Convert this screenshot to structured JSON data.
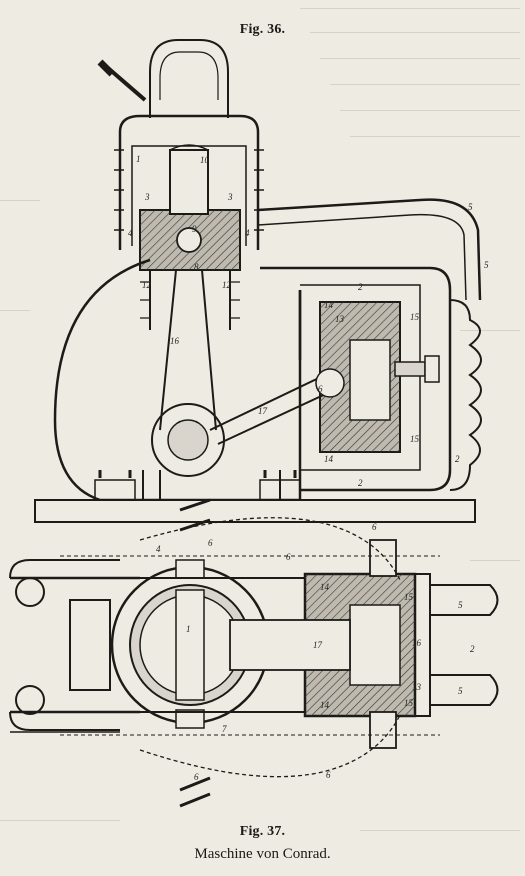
{
  "figure36": {
    "caption": "Fig. 36.",
    "part_labels": [
      "1",
      "10",
      "3",
      "3",
      "4",
      "4",
      "9",
      "8",
      "12",
      "12",
      "16",
      "17",
      "6",
      "5",
      "5",
      "2",
      "2",
      "2",
      "14",
      "14",
      "13",
      "15",
      "15"
    ]
  },
  "figure37": {
    "caption": "Fig. 37.",
    "subtitle": "Maschine von Conrad.",
    "part_labels": [
      "4",
      "6",
      "6",
      "6",
      "1",
      "7",
      "17",
      "14",
      "14",
      "15",
      "15",
      "16",
      "13",
      "2",
      "5",
      "5",
      "6",
      "6"
    ]
  }
}
